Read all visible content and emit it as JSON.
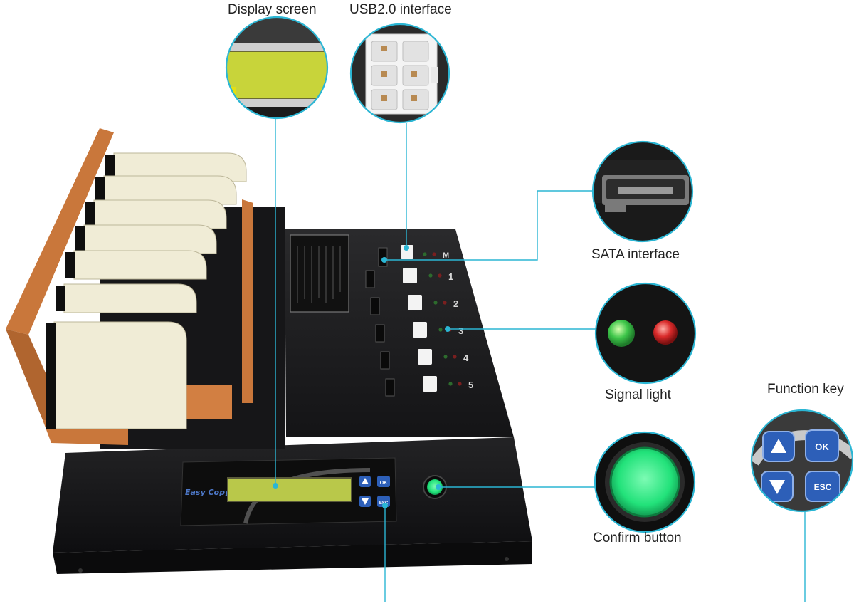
{
  "callouts": {
    "display_screen": "Display screen",
    "usb_interface": "USB2.0 interface",
    "sata_interface": "SATA interface",
    "signal_light": "Signal light",
    "function_key": "Function key",
    "confirm_button": "Confirm button"
  },
  "device": {
    "brand": "Easy Copy",
    "master_label": "M",
    "port_numbers": [
      "1",
      "2",
      "3",
      "4",
      "5"
    ],
    "keys": {
      "ok": "OK",
      "esc": "ESC"
    }
  },
  "colors": {
    "callout_line": "#2bb6d4",
    "device_body": "#1c1c1e",
    "lcd": "#b9c84a",
    "confirm_green": "#22e27a",
    "led_green": "#3ec64a",
    "led_red": "#d92a2a",
    "key_blue": "#2d5fb8",
    "tray": "#f0ecd6",
    "wood": "#c9773b"
  }
}
